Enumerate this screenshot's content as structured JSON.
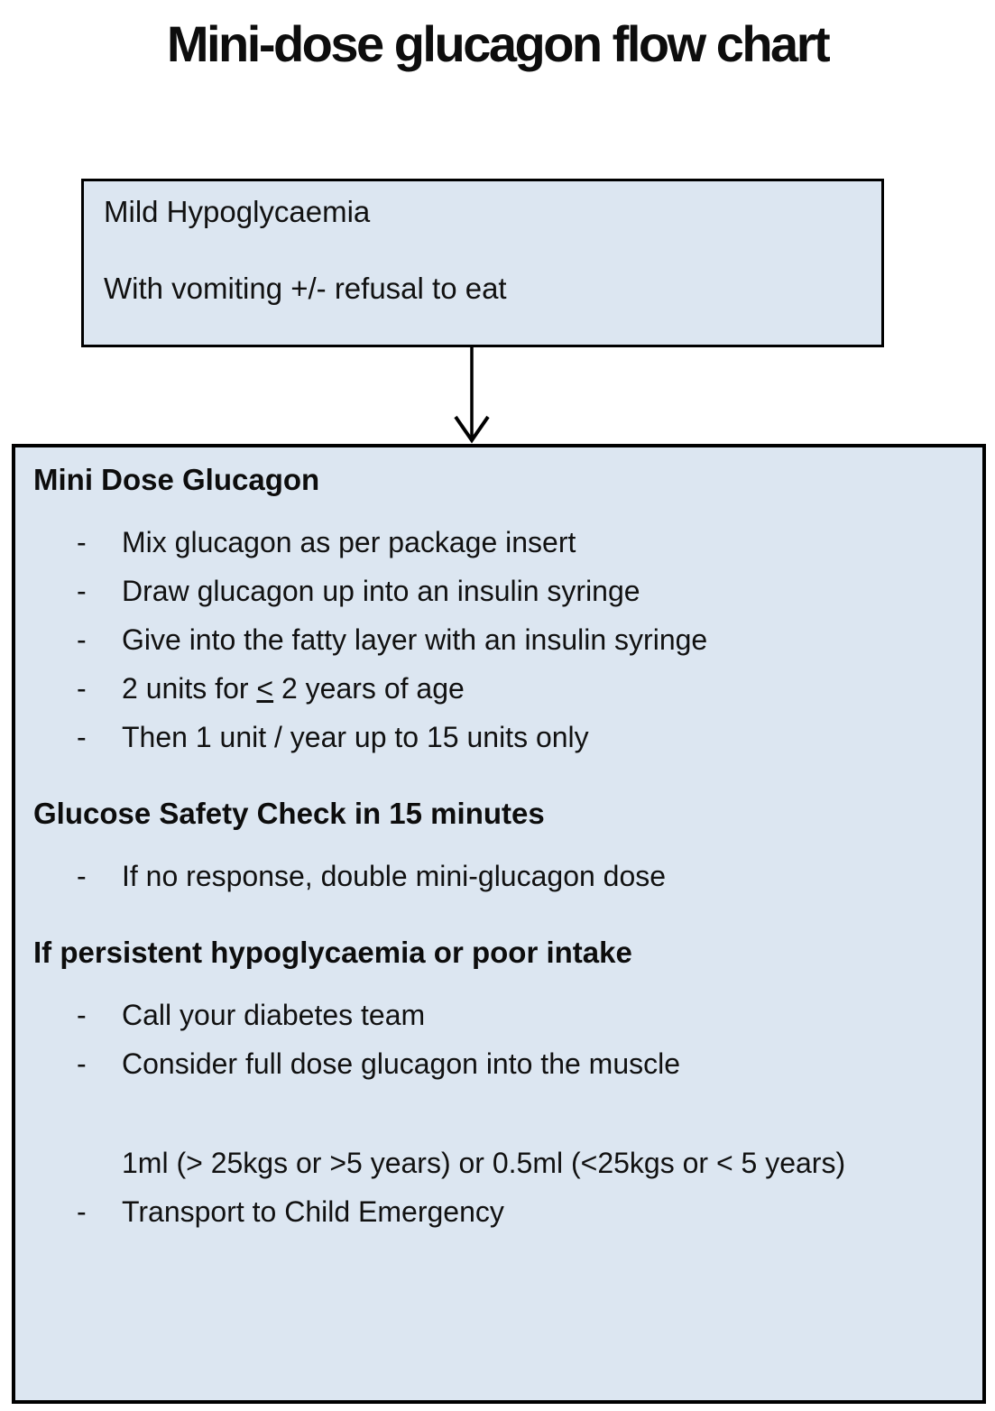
{
  "title": "Mini-dose glucagon flow chart",
  "colors": {
    "box_fill": "#dce6f1",
    "box_border": "#000000",
    "text": "#111111"
  },
  "start_box": {
    "line1": "Mild Hypoglycaemia",
    "line2": "With vomiting +/- refusal to eat"
  },
  "arrow": {
    "icon": "down-arrow"
  },
  "main_box": {
    "sections": [
      {
        "heading": "Mini Dose Glucagon",
        "items": [
          {
            "marker": "-",
            "text": "Mix glucagon as per package insert"
          },
          {
            "marker": "-",
            "text": "Draw glucagon up into an insulin syringe"
          },
          {
            "marker": "-",
            "text": "Give into the fatty layer with an insulin syringe"
          },
          {
            "marker": "-",
            "text_pre": "2 units for ",
            "le_symbol": "<",
            "text_post": " 2 years of age"
          },
          {
            "marker": "-",
            "text": "Then 1 unit / year up to 15 units only"
          }
        ]
      },
      {
        "heading": "Glucose Safety Check in 15 minutes",
        "items": [
          {
            "marker": "-",
            "text": "If no response, double mini-glucagon dose"
          }
        ]
      },
      {
        "heading": "If persistent hypoglycaemia or poor intake",
        "items": [
          {
            "marker": "-",
            "text": "Call your diabetes team"
          },
          {
            "marker": "-",
            "text": "Consider full dose glucagon into the muscle"
          },
          {
            "marker": "",
            "text": "1ml (> 25kgs or >5 years) or 0.5ml (<25kgs or < 5 years)",
            "spaced": true
          },
          {
            "marker": "-",
            "text": "Transport to Child Emergency"
          }
        ]
      }
    ]
  }
}
